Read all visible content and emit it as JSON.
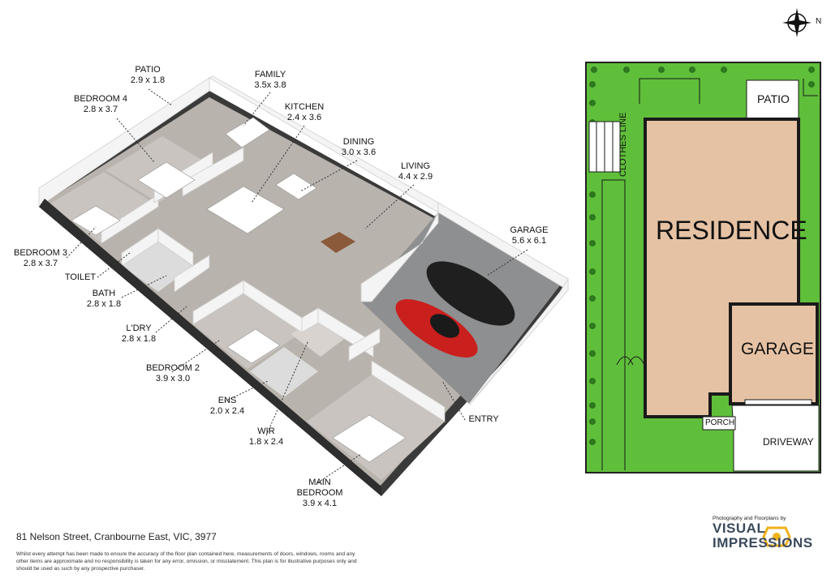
{
  "compass": {
    "north_label": "N"
  },
  "rooms": [
    {
      "id": "patio",
      "name": "PATIO",
      "dims": "2.9 x 1.8"
    },
    {
      "id": "family",
      "name": "FAMILY",
      "dims": "3.5x 3.8"
    },
    {
      "id": "bedroom4",
      "name": "BEDROOM 4",
      "dims": "2.8 x 3.7"
    },
    {
      "id": "kitchen",
      "name": "KITCHEN",
      "dims": "2.4 x 3.6"
    },
    {
      "id": "dining",
      "name": "DINING",
      "dims": "3.0 x 3.6"
    },
    {
      "id": "living",
      "name": "LIVING",
      "dims": "4.4 x 2.9"
    },
    {
      "id": "garage",
      "name": "GARAGE",
      "dims": "5.6 x 6.1"
    },
    {
      "id": "bedroom3",
      "name": "BEDROOM 3",
      "dims": "2.8 x 3.7"
    },
    {
      "id": "toilet",
      "name": "TOILET",
      "dims": ""
    },
    {
      "id": "bath",
      "name": "BATH",
      "dims": "2.8 x 1.8"
    },
    {
      "id": "ldry",
      "name": "L'DRY",
      "dims": "2.8 x 1.8"
    },
    {
      "id": "bedroom2",
      "name": "BEDROOM 2",
      "dims": "3.9 x 3.0"
    },
    {
      "id": "ens",
      "name": "ENS",
      "dims": "2.0 x 2.4"
    },
    {
      "id": "wir",
      "name": "WIR",
      "dims": "1.8 x 2.4"
    },
    {
      "id": "entry",
      "name": "ENTRY",
      "dims": ""
    },
    {
      "id": "mainbed",
      "name": "MAIN BEDROOM",
      "name_lines": [
        "MAIN",
        "BEDROOM"
      ],
      "dims": "3.9 x 4.1"
    }
  ],
  "site_plan": {
    "patio": "PATIO",
    "clothes_line": "CLOTHES LINE",
    "residence": "RESIDENCE",
    "garage": "GARAGE",
    "porch": "PORCH",
    "driveway": "DRIVEWAY"
  },
  "footer": {
    "address": "81 Nelson Street, Cranbourne East, VIC, 3977",
    "disclaimer": "Whilst every attempt has been made to ensure the accuracy of the floor plan contained here, measurements of doors, windows, rooms and any other items are approximate and no responsibility is taken for any error, omission, or misstatement. This plan is for illustrative purposes only and should be used as such by any prospective purchaser."
  },
  "brand": {
    "credit": "Photography and Floorplans by",
    "line1": "VISUAL",
    "line2": "IMPRESSIONS"
  },
  "colors": {
    "lawn": "#5fbf3a",
    "residence": "#e6c2a4",
    "floor": "#b9b3ad",
    "wall": "#f2f2f2",
    "wall_dark": "#3a3a3a",
    "brand": "#3a4a5c",
    "brand_accent": "#f2b21a"
  }
}
